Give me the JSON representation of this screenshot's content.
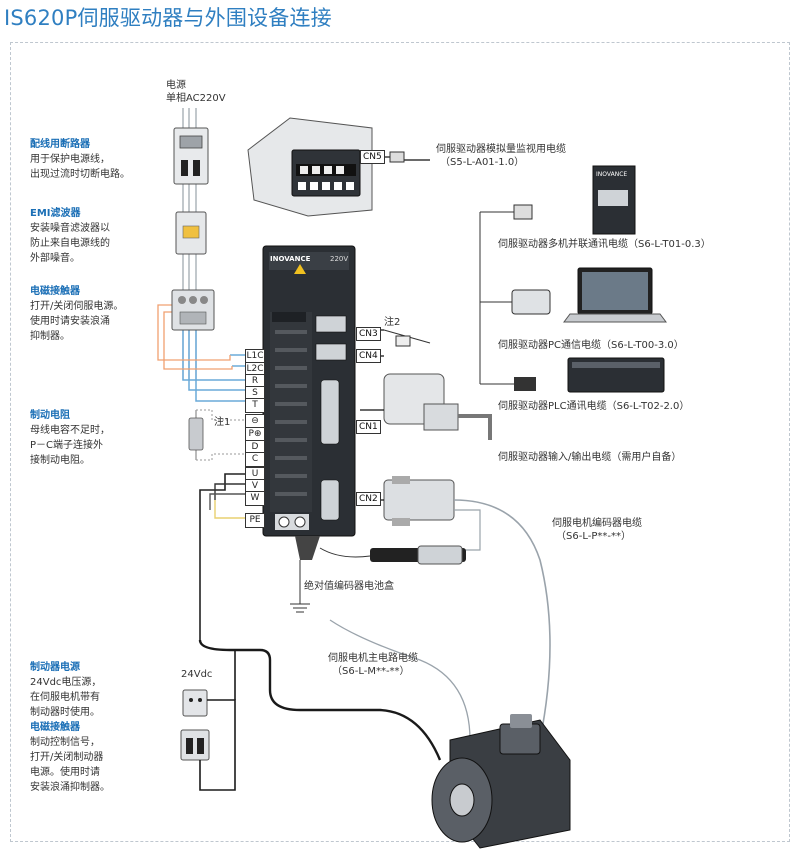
{
  "title": "IS620P伺服驱动器与外围设备连接",
  "power": {
    "line1": "电源",
    "line2": "单相AC220V"
  },
  "left_notes": {
    "breaker": {
      "head": "配线用断路器",
      "l1": "用于保护电源线，",
      "l2": "出现过流时切断电路。"
    },
    "emi": {
      "head": "EMI滤波器",
      "l1": "安装噪音滤波器以",
      "l2": "防止来自电源线的",
      "l3": "外部噪音。"
    },
    "contactor": {
      "head": "电磁接触器",
      "l1": "打开/关闭伺服电源。",
      "l2": "使用时请安装浪涌",
      "l3": "抑制器。"
    },
    "resistor": {
      "head": "制动电阻",
      "l1": "母线电容不足时，",
      "l2": "P－C端子连接外",
      "l3": "接制动电阻。"
    },
    "brake_power": {
      "head": "制动器电源",
      "l1": "24Vdc电压源，",
      "l2": "在伺服电机带有",
      "l3": "制动器时使用。"
    },
    "brake_contactor": {
      "head": "电磁接触器",
      "l1": "制动控制信号，",
      "l2": "打开/关闭制动器",
      "l3": "电源。使用时请",
      "l4": "安装浪涌抑制器。"
    }
  },
  "terminals": [
    "L1C",
    "L2C",
    "R",
    "S",
    "T",
    "⊖",
    "P⊕",
    "D",
    "C",
    "U",
    "V",
    "W",
    "PE"
  ],
  "connectors": {
    "cn5": "CN5",
    "cn3": "CN3",
    "cn4": "CN4",
    "cn1": "CN1",
    "cn2": "CN2"
  },
  "notes": {
    "note1": "注1",
    "note2": "注2"
  },
  "drive": {
    "brand": "INOVANCE",
    "voltage": "220V",
    "operator_brand": "INOVANCE"
  },
  "cables": {
    "monitor": {
      "name": "伺服驱动器模拟量监视用电缆",
      "model": "（S5-L-A01-1.0）"
    },
    "multi": {
      "name": "伺服驱动器多机并联通讯电缆",
      "model": "（S6-L-T01-0.3）"
    },
    "pc": {
      "name": "伺服驱动器PC通信电缆",
      "model": "（S6-L-T00-3.0）"
    },
    "plc": {
      "name": "伺服驱动器PLC通讯电缆",
      "model": "（S6-L-T02-2.0）"
    },
    "io": {
      "name": "伺服驱动器输入/输出电缆（需用户自备）"
    },
    "encoder": {
      "name": "伺服电机编码器电缆",
      "model": "（S6-L-P**-**）"
    },
    "battery": {
      "name": "绝对值编码器电池盒"
    },
    "main": {
      "name": "伺服电机主电路电缆",
      "model": "（S6-L-M**-**）"
    }
  },
  "brake_voltage": "24Vdc",
  "colors": {
    "title": "#2f7fc1",
    "note_head": "#1b6fb6",
    "wire_blue": "#6aaad8",
    "wire_orange": "#f0a070",
    "wire_gray": "#9aa3ab",
    "drive_body": "#2b2f34"
  }
}
